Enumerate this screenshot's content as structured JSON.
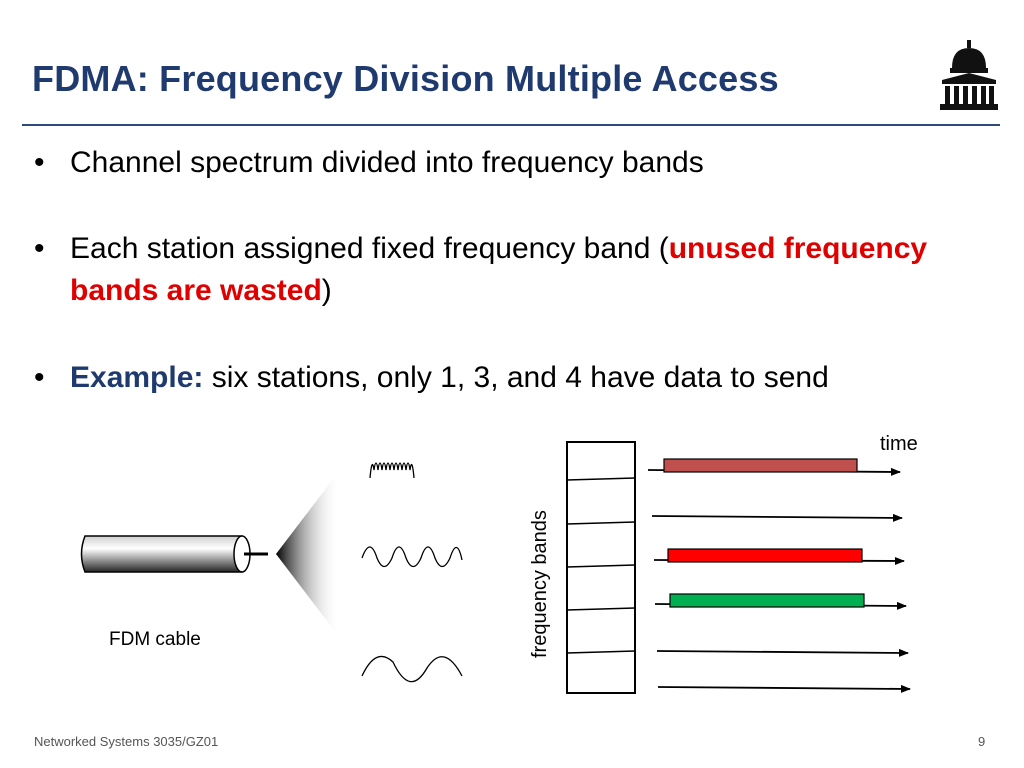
{
  "slide": {
    "title": "FDMA: Frequency Division Multiple Access",
    "bullets": {
      "b1": "Channel spectrum divided into frequency bands",
      "b2_prefix": "Each station assigned fixed frequency band (",
      "b2_highlight": "unused frequency bands are wasted",
      "b2_suffix": ")",
      "b3_label": "Example:",
      "b3_text": " six stations, only 1, 3, and 4 have data to send"
    }
  },
  "diagram": {
    "cable_label": "FDM cable",
    "time_label": "time",
    "axis_label": "frequency bands",
    "colors": {
      "band1": "#c0504d",
      "band3": "#ff0000",
      "band4": "#00b050"
    }
  },
  "footer": {
    "course": "Networked Systems 3035/GZ01",
    "page": "9"
  }
}
